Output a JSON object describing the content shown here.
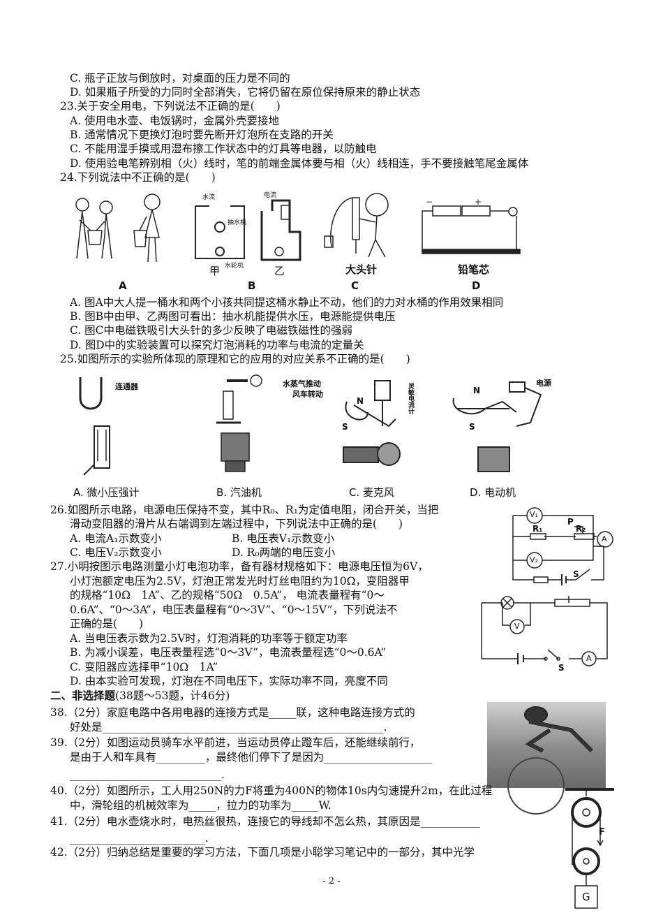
{
  "q22": {
    "option_c": "C. 瓶子正放与倒放时，对桌面的压力是不同的",
    "option_d": "D. 如果瓶子所受的力同时全部消失，它将仍留在原位保持原来的静止状态"
  },
  "q23": {
    "stem": "23.关于安全用电，下列说法不正确的是(　　)",
    "options": [
      "A. 使用电水壶、电饭锅时，金属外壳要接地",
      "B. 通常情况下更换灯泡时要先断开灯泡所在支路的开关",
      "C. 不能用湿手摸或用湿布擦工作状态中的灯具等电器，以防触电",
      "D. 使用验电笔辨别相（火）线时，笔的前端金属体要与相（火）线相连，手不要接触笔尾金属体"
    ]
  },
  "q24": {
    "stem": "24.下列说法中不正确的是(　　)",
    "figure_labels": [
      "A",
      "B",
      "C",
      "D"
    ],
    "figure_b": {
      "sub1": "甲",
      "sub2": "乙",
      "water_flow": "水流",
      "pump": "抽水机",
      "turbine": "水轮机",
      "current": "电流"
    },
    "figure_c_caption": "大头针",
    "figure_d_caption": "铅笔芯",
    "options": [
      "A. 图A中大人提一桶水和两个小孩共同提这桶水静止不动，他们的力对水桶的作用效果相同",
      "B. 图B中由甲、乙两图可看出：抽水机能提供水压，电源能提供电压",
      "C. 图C中电磁铁吸引大头针的多少反映了电磁铁磁性的强弱",
      "D. 图D中的实验装置可以探究灯泡消耗的功率与电流的定量关"
    ]
  },
  "q25": {
    "stem": "25.如图所示的实验所体现的原理和它的应用的对应关系不正确的是(　　)",
    "figure_texts": {
      "connector": "连通器",
      "steam": "水蒸气推动",
      "windmill": "风车转动",
      "galvanometer": "灵敏电流计",
      "power": "电源",
      "n1": "N",
      "s1": "S",
      "n2": "N",
      "s2": "S"
    },
    "options": [
      "A. 微小压强计",
      "B. 汽油机",
      "C. 麦克风",
      "D. 电动机"
    ]
  },
  "q26": {
    "stem_line1": "26.如图所示电路，电源电压保持不变，其中R₀、R₁为定值电阻，闭合开关，当把",
    "stem_line2": "滑动变阻器的滑片从右端调到左端过程中，下列说法中正确的是(　　)",
    "options": [
      "A. 电流A₁示数变小",
      "B. 电压表V₁示数变小",
      "C. 电压V₂示数变小",
      "D. R₀两端的电压变小"
    ],
    "circuit_labels": {
      "v1": "V₁",
      "p": "P",
      "r1": "R₁",
      "r2": "R₂",
      "a": "A",
      "v2": "V₂",
      "s": "S"
    }
  },
  "q27": {
    "stem_lines": [
      "27.小明按图示电路测量小灯电泡功率，备有器材规格如下：电源电压恒为6V，",
      "小灯泡额定电压为2.5V，灯泡正常发光时灯丝电阻约为10Ω，变阻器甲",
      "的规格“10Ω　1A”、乙的规格“50Ω　0.5A”， 电流表量程有“0～",
      "0.6A”、“0～3A”，电压表量程有“0～3V”、“0～15V”，下列说法不",
      "正确的是(　　)"
    ],
    "options": [
      "A. 当电压表示数为2.5V时，灯泡消耗的功率等于额定功率",
      "B. 为减小误差，电压表量程选“0～3V”，电流表量程选“0～0.6A”",
      "C. 变阻器应选择甲“10Ω　1A”",
      "D. 由本实验可发现，灯泡在不同电压下，实际功率不同，亮度不同"
    ],
    "circuit_labels": {
      "v": "V",
      "a": "A",
      "s": "S"
    }
  },
  "section2": {
    "title": "二、非选择题",
    "note": "(38题～53题，计46分)"
  },
  "q38": {
    "line1": "38.（2分）家庭电路中各用电器的连接方式是_____联，这种电路连接方式的",
    "line2": "好处是____________________________________________________."
  },
  "q39": {
    "line1": "39.（2分）如图运动员骑车水平前进，当运动员停止蹬车后，还能继续前行，",
    "line2": "是由于人和车具有_________，最终他们停下了是因为____________________",
    "line3": "____________________________."
  },
  "q40": {
    "line1": "40.（2分）如图所示，工人用250N的力F将重为400N的物体10s内匀速提升2m，在此过程",
    "line2": "中，滑轮组的机械效率为_____，拉力的功率为_____W.",
    "force_label": "F",
    "weight_label": "G"
  },
  "q41": {
    "line1": "41.（2分）电水壶烧水时，电热丝很热，连接它的导线却不怎么热，其原因是___________",
    "line2": "_________________________."
  },
  "q42": {
    "line1": "42.（2分）归纳总结是重要的学习方法，下面几项是小聪学习笔记中的一部分，其中光学"
  },
  "page_number": "- 2 -"
}
